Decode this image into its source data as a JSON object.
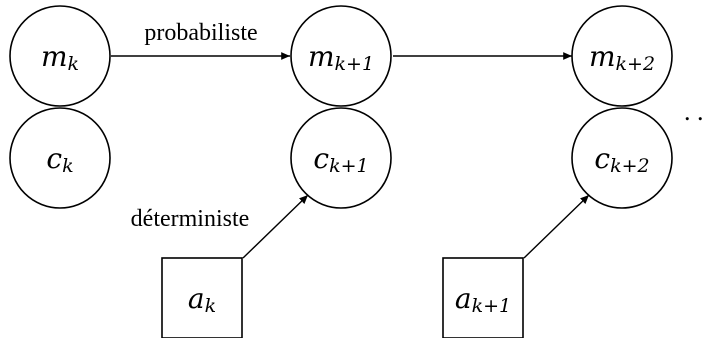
{
  "nodes": {
    "m_k": {
      "base": "m",
      "sub": "k"
    },
    "m_k1": {
      "base": "m",
      "sub": "k+1"
    },
    "m_k2": {
      "base": "m",
      "sub": "k+2"
    },
    "c_k": {
      "base": "c",
      "sub": "k"
    },
    "c_k1": {
      "base": "c",
      "sub": "k+1"
    },
    "c_k2": {
      "base": "c",
      "sub": "k+2"
    },
    "a_k": {
      "base": "a",
      "sub": "k"
    },
    "a_k1": {
      "base": "a",
      "sub": "k+1"
    }
  },
  "edge_labels": {
    "probabilistic": "probabiliste",
    "deterministic": "déterministe"
  },
  "continuation": ". ."
}
